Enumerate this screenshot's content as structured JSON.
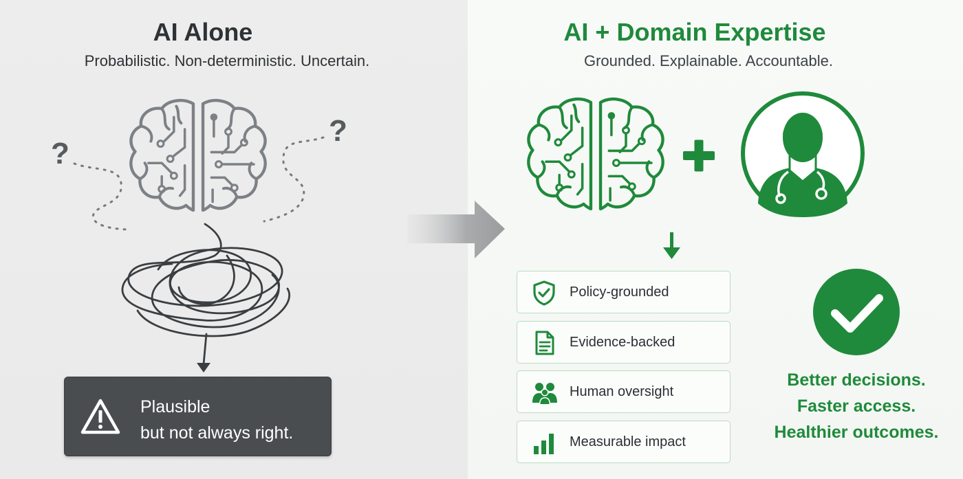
{
  "left": {
    "title": "AI Alone",
    "subtitle": "Probabilistic. Non-deterministic. Uncertain.",
    "warning": {
      "line1": "Plausible",
      "line2": "but not always right.",
      "icon": "warning-triangle-icon"
    },
    "icons": [
      "brain-circuit-icon",
      "question-mark-icon",
      "tangled-line-icon"
    ]
  },
  "right": {
    "title": "AI + Domain Expertise",
    "subtitle": "Grounded. Explainable. Accountable.",
    "icons": [
      "brain-circuit-icon",
      "plus-icon",
      "doctor-icon",
      "down-arrow-icon",
      "check-circle-icon"
    ],
    "features": [
      {
        "label": "Policy-grounded",
        "icon": "shield-check-icon"
      },
      {
        "label": "Evidence-backed",
        "icon": "document-icon"
      },
      {
        "label": "Human oversight",
        "icon": "people-icon"
      },
      {
        "label": "Measurable impact",
        "icon": "bar-chart-icon"
      }
    ],
    "outcomes": [
      "Better decisions.",
      "Faster access.",
      "Healthier outcomes."
    ]
  },
  "colors": {
    "accent_green": "#1f8a3b",
    "gray_icon": "#7d8185",
    "dark_box": "#4a4d50"
  }
}
